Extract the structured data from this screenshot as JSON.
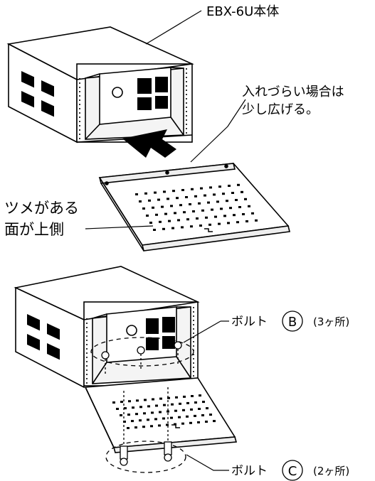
{
  "labels": {
    "product": "EBX-6U本体",
    "note_line1": "入れづらい場合は",
    "note_line2": "少し広げる。",
    "tab_line1": "ツメがある",
    "tab_line2": "面が上側",
    "bolt_b_prefix": "ボルト",
    "bolt_b_letter": "B",
    "bolt_b_count": "(3ヶ所)",
    "bolt_c_prefix": "ボルト",
    "bolt_c_letter": "C",
    "bolt_c_count": "(2ヶ所)"
  },
  "colors": {
    "line": "#000000",
    "face_light": "#ffffff",
    "face_shade": "#f2f2f2",
    "arrow": "#000000"
  }
}
